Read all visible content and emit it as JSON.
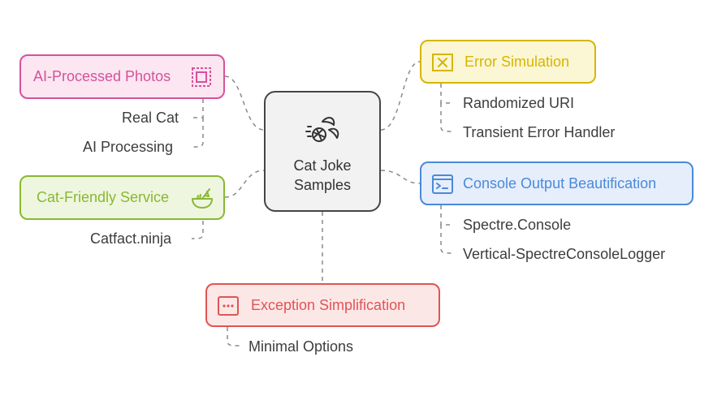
{
  "center": {
    "line1": "Cat Joke",
    "line2": "Samples",
    "icon": "cat-yarn-icon"
  },
  "nodes": {
    "ai_photos": {
      "label": "AI-Processed Photos",
      "icon": "framed-picture-icon",
      "color": "#d6519c",
      "fill": "#fbe6f1",
      "leaves": [
        "Real Cat",
        "AI Processing"
      ]
    },
    "cat_service": {
      "label": "Cat-Friendly Service",
      "icon": "bowl-icon",
      "color": "#8ab832",
      "fill": "#eef6df",
      "leaves": [
        "Catfact.ninja"
      ]
    },
    "error_sim": {
      "label": "Error Simulation",
      "icon": "error-box-icon",
      "color": "#d6b600",
      "fill": "#fbf6d3",
      "leaves": [
        "Randomized URI",
        "Transient Error Handler"
      ]
    },
    "console": {
      "label": "Console Output Beautification",
      "icon": "terminal-icon",
      "color": "#4a8ad8",
      "fill": "#e6eefb",
      "leaves": [
        "Spectre.Console",
        "Vertical-SpectreConsoleLogger"
      ]
    },
    "exception": {
      "label": "Exception Simplification",
      "icon": "ellipsis-icon",
      "color": "#e05454",
      "fill": "#fce7e7",
      "leaves": [
        "Minimal Options"
      ]
    }
  },
  "connector_color": "#8a8a8a"
}
